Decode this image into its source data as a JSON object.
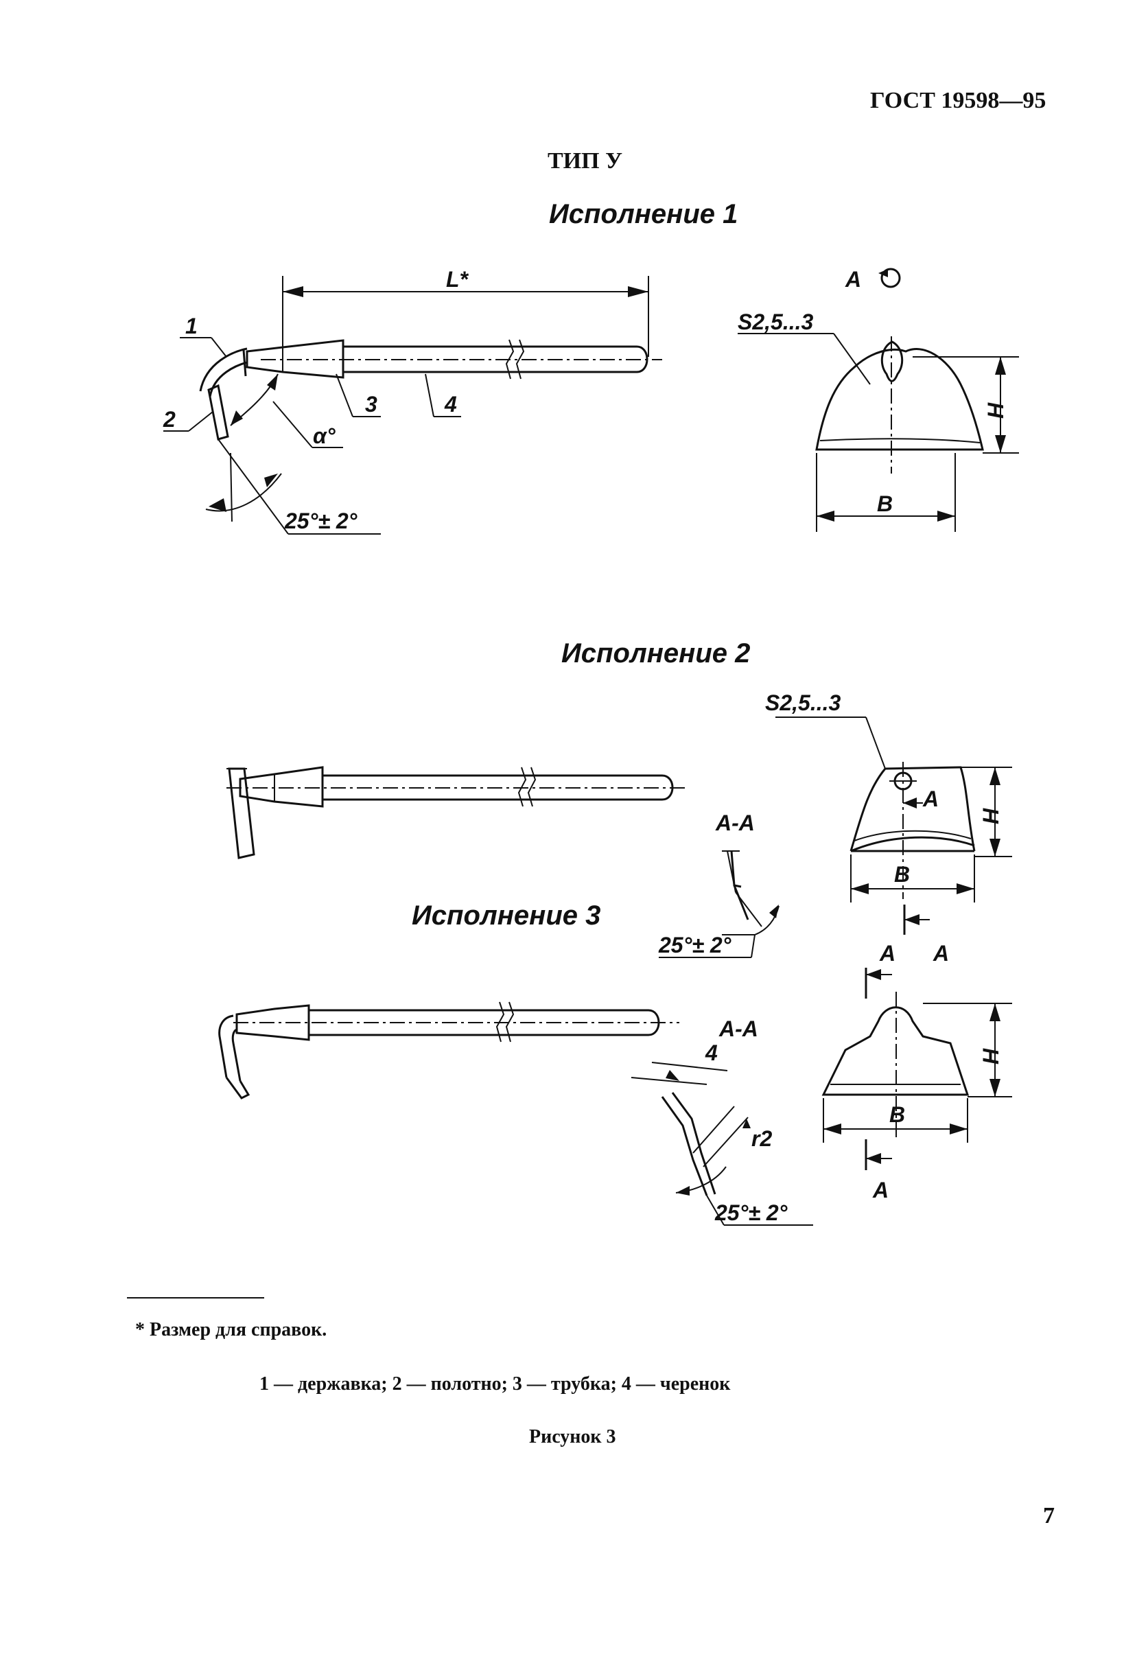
{
  "header": {
    "standard": "ГОСТ 19598—95"
  },
  "type_title": "ТИП У",
  "variants": [
    "Исполнение 1",
    "Исполнение 2",
    "Исполнение 3"
  ],
  "dimensions": {
    "length": "L*",
    "callout_1": "1",
    "callout_2": "2",
    "callout_3": "3",
    "callout_4": "4",
    "angle_alpha": "α°",
    "angle_1": "25°± 2°",
    "view_a": "А",
    "thickness_1": "S2,5...3",
    "height": "Н",
    "width": "В",
    "thickness_2": "S2,5...3",
    "section_1": "А-А",
    "angle_2": "25°± 2°",
    "section_mark_a": "А",
    "section_2": "А-А",
    "dim_4": "4",
    "dim_r": "r2",
    "angle_3": "25°± 2°"
  },
  "footnote": "* Размер для справок.",
  "legend": "1 — державка; 2 — полотно; 3 — трубка; 4 — черенок",
  "caption": "Рисунок 3",
  "page_number": "7"
}
